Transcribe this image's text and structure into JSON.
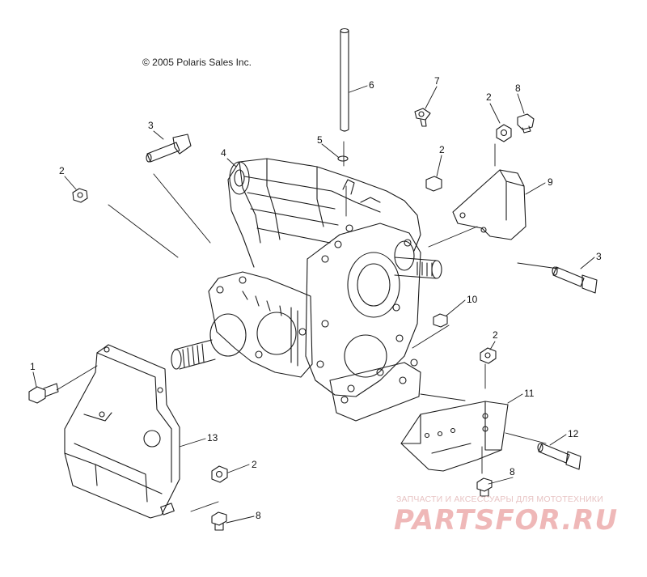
{
  "copyright": "© 2005 Polaris Sales Inc.",
  "watermark": {
    "caption": "ЗАПЧАСТИ И АКСЕССУАРЫ ДЛЯ МОТОТЕХНИКИ",
    "logo": "PARTSFOR.RU"
  },
  "callouts": {
    "c1": "1",
    "c2a": "2",
    "c2b": "2",
    "c2c": "2",
    "c2d": "2",
    "c2e": "2",
    "c3a": "3",
    "c3b": "3",
    "c4": "4",
    "c5": "5",
    "c6": "6",
    "c7": "7",
    "c8a": "8",
    "c8b": "8",
    "c8c": "8",
    "c9": "9",
    "c10": "10",
    "c11": "11",
    "c12": "12",
    "c13": "13"
  },
  "colors": {
    "line": "#1a1a1a",
    "watermark": "#efb8b8"
  }
}
